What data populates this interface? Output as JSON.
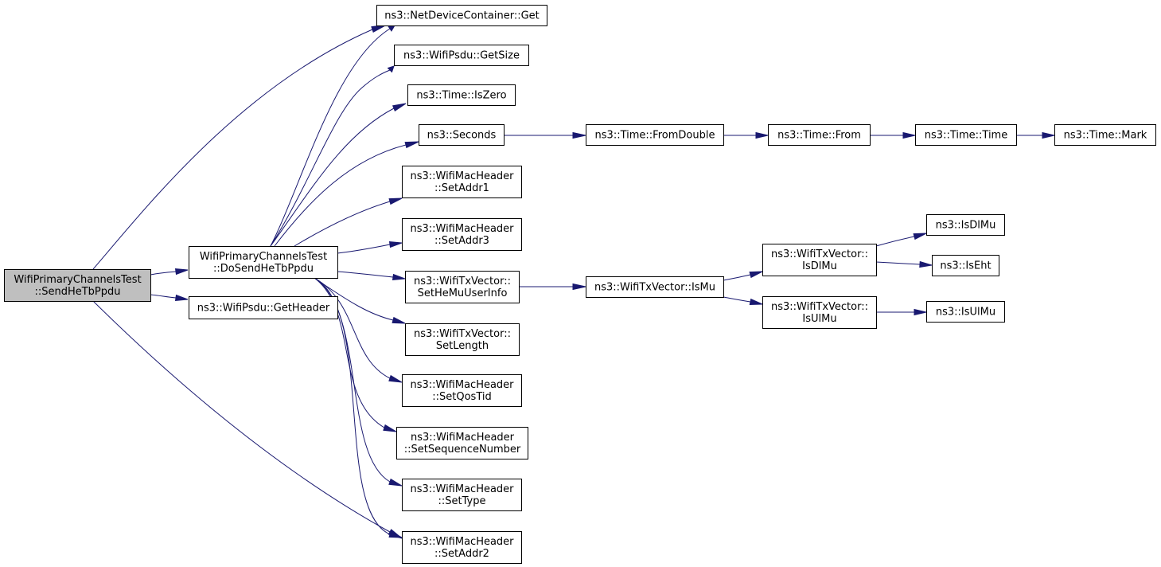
{
  "diagram": {
    "type": "call-graph",
    "nodes": [
      {
        "id": "root",
        "lines": [
          "WifiPrimaryChannelsTest",
          "::SendHeTbPpdu"
        ],
        "highlight": true
      },
      {
        "id": "dosend",
        "lines": [
          "WifiPrimaryChannelsTest",
          "::DoSendHeTbPpdu"
        ]
      },
      {
        "id": "getheader",
        "lines": [
          "ns3::WifiPsdu::GetHeader"
        ]
      },
      {
        "id": "ndcget",
        "lines": [
          "ns3::NetDeviceContainer::Get"
        ]
      },
      {
        "id": "getsize",
        "lines": [
          "ns3::WifiPsdu::GetSize"
        ]
      },
      {
        "id": "iszero",
        "lines": [
          "ns3::Time::IsZero"
        ]
      },
      {
        "id": "seconds",
        "lines": [
          "ns3::Seconds"
        ]
      },
      {
        "id": "fromdouble",
        "lines": [
          "ns3::Time::FromDouble"
        ]
      },
      {
        "id": "from",
        "lines": [
          "ns3::Time::From"
        ]
      },
      {
        "id": "time",
        "lines": [
          "ns3::Time::Time"
        ]
      },
      {
        "id": "mark",
        "lines": [
          "ns3::Time::Mark"
        ]
      },
      {
        "id": "setaddr1",
        "lines": [
          "ns3::WifiMacHeader",
          "::SetAddr1"
        ]
      },
      {
        "id": "setaddr3",
        "lines": [
          "ns3::WifiMacHeader",
          "::SetAddr3"
        ]
      },
      {
        "id": "sethemu",
        "lines": [
          "ns3::WifiTxVector::",
          "SetHeMuUserInfo"
        ]
      },
      {
        "id": "ismu",
        "lines": [
          "ns3::WifiTxVector::IsMu"
        ]
      },
      {
        "id": "txisdlmu",
        "lines": [
          "ns3::WifiTxVector::",
          "IsDlMu"
        ]
      },
      {
        "id": "txisulmu",
        "lines": [
          "ns3::WifiTxVector::",
          "IsUlMu"
        ]
      },
      {
        "id": "isdlmu",
        "lines": [
          "ns3::IsDlMu"
        ]
      },
      {
        "id": "iseht",
        "lines": [
          "ns3::IsEht"
        ]
      },
      {
        "id": "isulmu",
        "lines": [
          "ns3::IsUlMu"
        ]
      },
      {
        "id": "setlength",
        "lines": [
          "ns3::WifiTxVector::",
          "SetLength"
        ]
      },
      {
        "id": "setqostid",
        "lines": [
          "ns3::WifiMacHeader",
          "::SetQosTid"
        ]
      },
      {
        "id": "setseq",
        "lines": [
          "ns3::WifiMacHeader",
          "::SetSequenceNumber"
        ]
      },
      {
        "id": "settype",
        "lines": [
          "ns3::WifiMacHeader",
          "::SetType"
        ]
      },
      {
        "id": "setaddr2",
        "lines": [
          "ns3::WifiMacHeader",
          "::SetAddr2"
        ]
      }
    ],
    "edges": [
      [
        "root",
        "ndcget"
      ],
      [
        "root",
        "dosend"
      ],
      [
        "root",
        "getheader"
      ],
      [
        "root",
        "setaddr2"
      ],
      [
        "dosend",
        "ndcget"
      ],
      [
        "dosend",
        "getsize"
      ],
      [
        "dosend",
        "iszero"
      ],
      [
        "dosend",
        "seconds"
      ],
      [
        "dosend",
        "setaddr1"
      ],
      [
        "dosend",
        "setaddr3"
      ],
      [
        "dosend",
        "sethemu"
      ],
      [
        "dosend",
        "setlength"
      ],
      [
        "dosend",
        "setqostid"
      ],
      [
        "dosend",
        "setseq"
      ],
      [
        "dosend",
        "settype"
      ],
      [
        "dosend",
        "setaddr2"
      ],
      [
        "seconds",
        "fromdouble"
      ],
      [
        "fromdouble",
        "from"
      ],
      [
        "from",
        "time"
      ],
      [
        "time",
        "mark"
      ],
      [
        "sethemu",
        "ismu"
      ],
      [
        "ismu",
        "txisdlmu"
      ],
      [
        "ismu",
        "txisulmu"
      ],
      [
        "txisdlmu",
        "isdlmu"
      ],
      [
        "txisdlmu",
        "iseht"
      ],
      [
        "txisulmu",
        "isulmu"
      ]
    ],
    "colors": {
      "edge": "#191970",
      "root_fill": "#bfbfbf",
      "node_fill": "#ffffff",
      "border": "#000000"
    }
  }
}
